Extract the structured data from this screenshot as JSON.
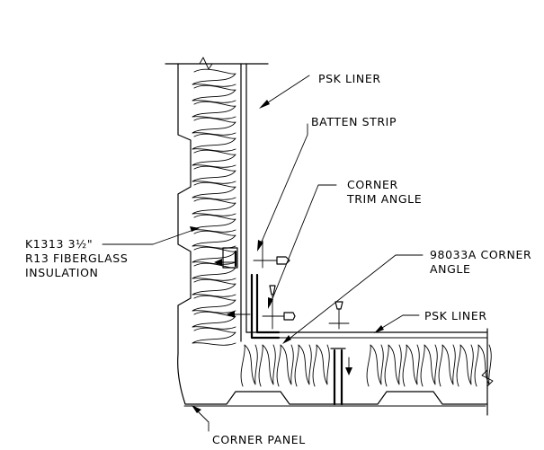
{
  "labels": {
    "psk_liner_top": "PSK LINER",
    "batten_strip": "BATTEN STRIP",
    "corner_trim_line1": "CORNER",
    "corner_trim_line2": "TRIM ANGLE",
    "insulation_line1": "K1313 3½\"",
    "insulation_line2": "R13 FIBERGLASS",
    "insulation_line3": "INSULATION",
    "corner_angle_line1": "98033A CORNER",
    "corner_angle_line2": "ANGLE",
    "psk_liner_right": "PSK LINER",
    "corner_panel": "CORNER PANEL"
  }
}
